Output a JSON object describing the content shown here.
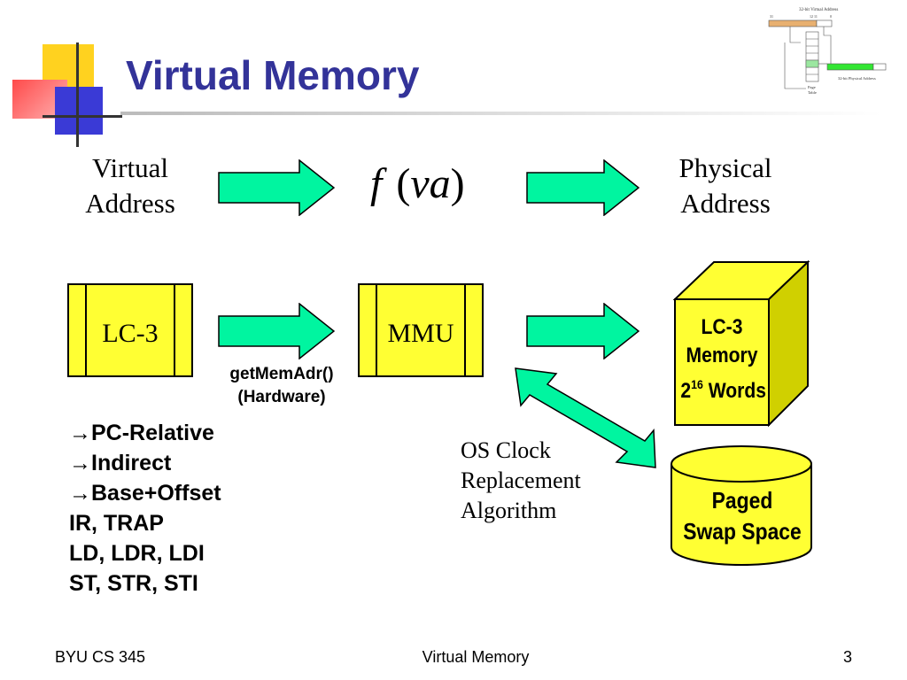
{
  "title": "Virtual Memory",
  "top_row": {
    "left_label": [
      "Virtual",
      "Address"
    ],
    "formula": {
      "func": "f",
      "open": "(",
      "arg": "va",
      "close": ")"
    },
    "right_label": [
      "Physical",
      "Address"
    ]
  },
  "components": {
    "lc3": "LC-3",
    "mmu": "MMU",
    "getmem": [
      "getMemAdr()",
      "(Hardware)"
    ],
    "memory": {
      "line1": "LC-3",
      "line2": "Memory",
      "line3_base": "2",
      "line3_exp": "16",
      "line3_rest": " Words"
    },
    "swap": [
      "Paged",
      "Swap Space"
    ],
    "os_clock": [
      "OS Clock",
      "Replacement",
      "Algorithm"
    ]
  },
  "addressing_list": [
    {
      "arrow": "→",
      "text": "PC-Relative"
    },
    {
      "arrow": "→",
      "text": "Indirect"
    },
    {
      "arrow": "→",
      "text": "Base+Offset"
    },
    {
      "arrow": "",
      "text": "IR, TRAP"
    },
    {
      "arrow": "",
      "text": "LD, LDR, LDI"
    },
    {
      "arrow": "",
      "text": "ST, STR, STI"
    }
  ],
  "thumbnail": {
    "top_text": "32-bit Virtual Address",
    "right_text": "32-bit Physical Address",
    "bottom_text": [
      "Page",
      "Table"
    ],
    "bits": [
      "31",
      "12 11",
      "0"
    ]
  },
  "footer": {
    "left": "BYU CS 345",
    "center": "Virtual Memory",
    "right": "3"
  },
  "colors": {
    "title": "#333399",
    "arrow_fill": "#00f5a0",
    "box_fill": "#ffff33",
    "thumb_orange": "#e8b070",
    "thumb_green": "#33e633"
  }
}
